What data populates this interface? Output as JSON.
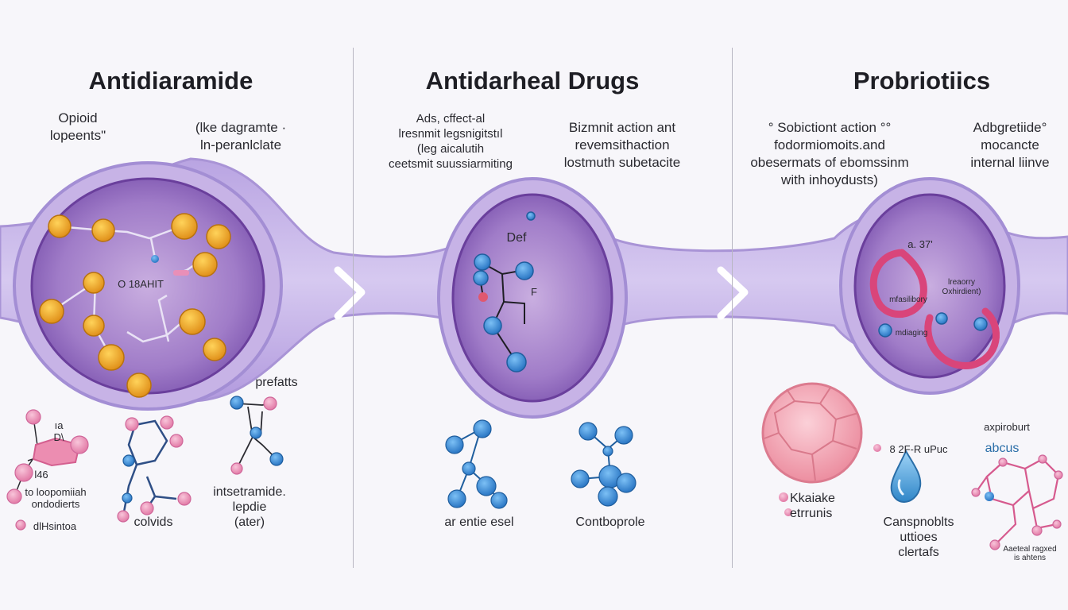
{
  "columns": [
    {
      "title": "Antidiaramide",
      "notes": [
        "Opioid\nlopeents\"",
        "(lke dagramte ·\nln-peranlclate"
      ],
      "cell_label": "O 18AHIT",
      "small_labels": [
        "ıа\nD\\",
        "l46",
        "to loopomiiah\nondodierts",
        "dlHsintoa"
      ],
      "labels": [
        "prefatts",
        "colvids",
        "intsetramide.\nlepdie\n(ater)"
      ]
    },
    {
      "title": "Antidarheal Drugs",
      "notes": [
        "Ads, cffect-al\nlresnmit legsnigitstıl\n(leg aicalutih\nceetsmit suussiarmiting",
        "Bizmnit action ant\nrevemsithaction\nlostmuth subetacite"
      ],
      "cell_label": "Def",
      "small_labels": [
        "F"
      ],
      "labels": [
        "ar entie esel",
        "Contboprole"
      ]
    },
    {
      "title": "Probriotiics",
      "notes": [
        "° Sobictiont action °°\nfodormiomoits.and\nobesermats of ebomssinm\nwith inhoydusts)",
        "Adbgretiide°\nmocancte\ninternal liinve"
      ],
      "cell_label": "a. 37'",
      "small_labels": [
        "lreaorry\nOxhirdient)",
        "mfasilibory",
        "mdiaging"
      ],
      "labels": [
        "Kkaiake\netrrunis",
        "8 2F-R uPuc",
        "Canspnoblts\nuttioes\nclertafs",
        "axpiroburt",
        "abcus"
      ],
      "tiny_labels": [
        "Aaeteal ragxed\nis ahtens"
      ]
    }
  ],
  "colors": {
    "tube": "#c9b9e8",
    "tube_edge": "#a994d6",
    "cell_fill": "#9a72c2",
    "cell_inner": "#b795d4",
    "molecule_gold": "#f0a623",
    "molecule_blue": "#3d8fd8",
    "molecule_pink": "#e996b8",
    "bacteria": "#d9457a",
    "arrow": "#ffffff"
  },
  "icons": [
    "chevron-right-icon",
    "chevron-right-icon",
    "water-drop-icon",
    "tissue-cell-icon"
  ]
}
